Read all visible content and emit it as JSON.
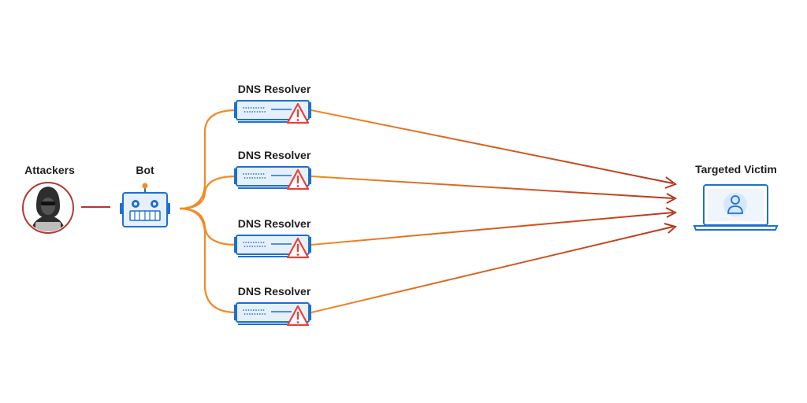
{
  "nodes": {
    "attackers": {
      "label": "Attackers",
      "icon": "hooded-attacker-icon"
    },
    "bot": {
      "label": "Bot",
      "icon": "robot-icon"
    },
    "resolvers": [
      {
        "label": "DNS Resolver",
        "icon": "server-warning-icon"
      },
      {
        "label": "DNS Resolver",
        "icon": "server-warning-icon"
      },
      {
        "label": "DNS Resolver",
        "icon": "server-warning-icon"
      },
      {
        "label": "DNS Resolver",
        "icon": "server-warning-icon"
      }
    ],
    "victim": {
      "label": "Targeted Victim",
      "icon": "laptop-user-icon"
    }
  },
  "colors": {
    "attacker_red": "#b23a2e",
    "bot_blue": "#1f6fd1",
    "bot_fill": "#e6f0fb",
    "link_orange": "#f18a26",
    "arrow_red": "#b8361f",
    "warning_red": "#e8413a",
    "laptop_blue": "#1f6fd1"
  }
}
